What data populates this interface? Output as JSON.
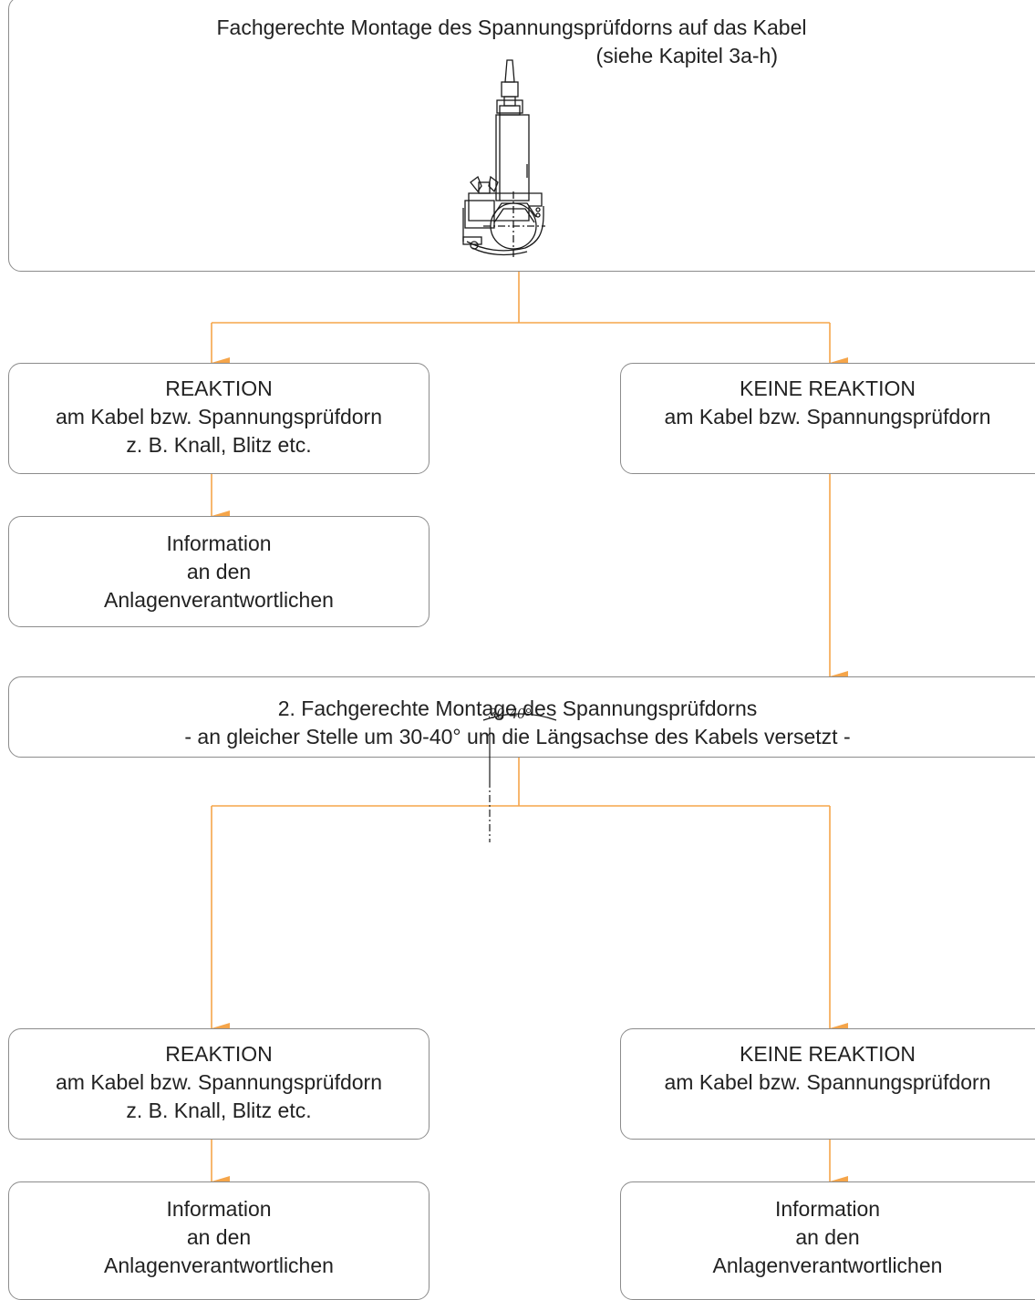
{
  "top": {
    "line1": "Fachgerechte Montage des Spannungsprüfdorns auf das Kabel",
    "line2": "(siehe Kapitel 3a-h)"
  },
  "level1": {
    "left": {
      "l1": "REAKTION",
      "l2": "am Kabel bzw. Spannungsprüfdorn",
      "l3": "z. B. Knall, Blitz etc."
    },
    "right": {
      "l1": "KEINE REAKTION",
      "l2": "am Kabel bzw. Spannungsprüfdorn"
    },
    "info": {
      "l1": "Information",
      "l2": "an den",
      "l3": "Anlagenverantwortlichen"
    }
  },
  "middle": {
    "line1": "2. Fachgerechte Montage des Spannungsprüfdorns",
    "line2": "- an gleicher Stelle um 30-40° um die Längsachse des Kabels versetzt -",
    "angle_label": "30-40°"
  },
  "level2": {
    "left": {
      "l1": "REAKTION",
      "l2": "am Kabel bzw. Spannungsprüfdorn",
      "l3": "z. B. Knall, Blitz etc."
    },
    "right": {
      "l1": "KEINE REAKTION",
      "l2": "am Kabel bzw. Spannungsprüfdorn"
    },
    "info_left": {
      "l1": "Information",
      "l2": "an den",
      "l3": "Anlagenverantwortlichen"
    },
    "info_right": {
      "l1": "Information",
      "l2": "an den",
      "l3": "Anlagenverantwortlichen"
    }
  },
  "colors": {
    "connector": "#f5a54a",
    "border": "#8c8c8c",
    "drawing": "#1a1a1a"
  },
  "icons": [
    "voltage-test-spike-upright-drawing",
    "voltage-test-spike-tilted-drawing"
  ]
}
